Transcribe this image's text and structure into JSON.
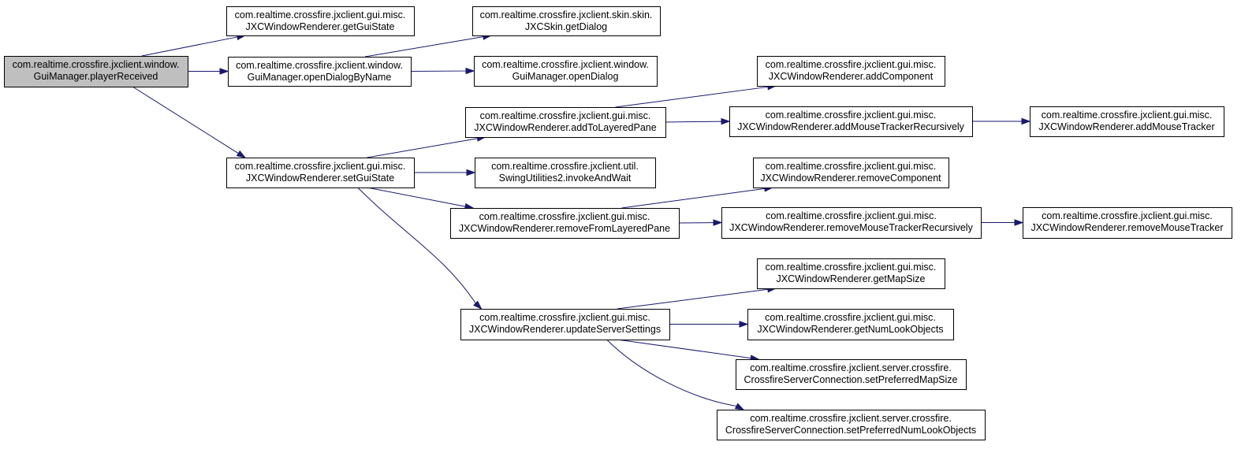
{
  "graph": {
    "nodes": {
      "n0": [
        "com.realtime.crossfire.jxclient.window.",
        "GuiManager.playerReceived"
      ],
      "n1": [
        "com.realtime.crossfire.jxclient.gui.misc.",
        "JXCWindowRenderer.getGuiState"
      ],
      "n2": [
        "com.realtime.crossfire.jxclient.window.",
        "GuiManager.openDialogByName"
      ],
      "n3": [
        "com.realtime.crossfire.jxclient.gui.misc.",
        "JXCWindowRenderer.setGuiState"
      ],
      "n4": [
        "com.realtime.crossfire.jxclient.skin.skin.",
        "JXCSkin.getDialog"
      ],
      "n5": [
        "com.realtime.crossfire.jxclient.window.",
        "GuiManager.openDialog"
      ],
      "n6": [
        "com.realtime.crossfire.jxclient.gui.misc.",
        "JXCWindowRenderer.addToLayeredPane"
      ],
      "n7": [
        "com.realtime.crossfire.jxclient.util.",
        "SwingUtilities2.invokeAndWait"
      ],
      "n8": [
        "com.realtime.crossfire.jxclient.gui.misc.",
        "JXCWindowRenderer.removeFromLayeredPane"
      ],
      "n9": [
        "com.realtime.crossfire.jxclient.gui.misc.",
        "JXCWindowRenderer.updateServerSettings"
      ],
      "n10": [
        "com.realtime.crossfire.jxclient.gui.misc.",
        "JXCWindowRenderer.addComponent"
      ],
      "n11": [
        "com.realtime.crossfire.jxclient.gui.misc.",
        "JXCWindowRenderer.addMouseTrackerRecursively"
      ],
      "n12": [
        "com.realtime.crossfire.jxclient.gui.misc.",
        "JXCWindowRenderer.removeComponent"
      ],
      "n13": [
        "com.realtime.crossfire.jxclient.gui.misc.",
        "JXCWindowRenderer.removeMouseTrackerRecursively"
      ],
      "n14": [
        "com.realtime.crossfire.jxclient.gui.misc.",
        "JXCWindowRenderer.getMapSize"
      ],
      "n15": [
        "com.realtime.crossfire.jxclient.gui.misc.",
        "JXCWindowRenderer.getNumLookObjects"
      ],
      "n16": [
        "com.realtime.crossfire.jxclient.server.crossfire.",
        "CrossfireServerConnection.setPreferredMapSize"
      ],
      "n17": [
        "com.realtime.crossfire.jxclient.server.crossfire.",
        "CrossfireServerConnection.setPreferredNumLookObjects"
      ],
      "n18": [
        "com.realtime.crossfire.jxclient.gui.misc.",
        "JXCWindowRenderer.addMouseTracker"
      ],
      "n19": [
        "com.realtime.crossfire.jxclient.gui.misc.",
        "JXCWindowRenderer.removeMouseTracker"
      ]
    },
    "edges": [
      [
        "n0",
        "n1"
      ],
      [
        "n0",
        "n2"
      ],
      [
        "n0",
        "n3"
      ],
      [
        "n2",
        "n4"
      ],
      [
        "n2",
        "n5"
      ],
      [
        "n3",
        "n6"
      ],
      [
        "n3",
        "n7"
      ],
      [
        "n3",
        "n8"
      ],
      [
        "n3",
        "n9"
      ],
      [
        "n6",
        "n10"
      ],
      [
        "n6",
        "n11"
      ],
      [
        "n11",
        "n18"
      ],
      [
        "n8",
        "n12"
      ],
      [
        "n8",
        "n13"
      ],
      [
        "n13",
        "n19"
      ],
      [
        "n9",
        "n14"
      ],
      [
        "n9",
        "n15"
      ],
      [
        "n9",
        "n16"
      ],
      [
        "n9",
        "n17"
      ]
    ],
    "colors": {
      "edge": "#191970",
      "root_fill": "#bfbfbf",
      "node_fill": "#ffffff",
      "node_border": "#000000"
    }
  }
}
